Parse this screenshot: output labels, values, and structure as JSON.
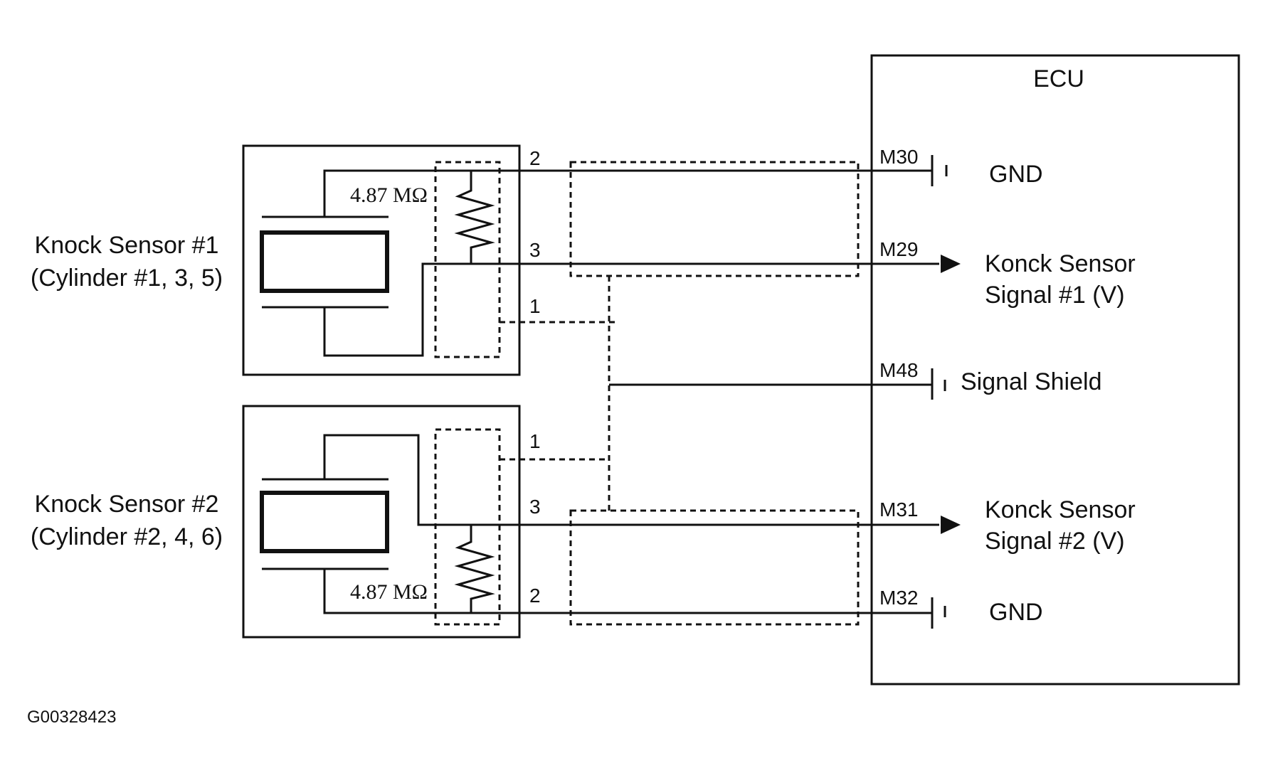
{
  "ecu": {
    "title": "ECU"
  },
  "sensor1": {
    "name": "Knock Sensor #1",
    "cylinders": "(Cylinder #1, 3, 5)",
    "resistance": "4.87 MΩ",
    "pins": {
      "a": "2",
      "b": "3",
      "c": "1"
    }
  },
  "sensor2": {
    "name": "Knock Sensor #2",
    "cylinders": "(Cylinder #2, 4, 6)",
    "resistance": "4.87 MΩ",
    "pins": {
      "a": "1",
      "b": "3",
      "c": "2"
    }
  },
  "terminals": [
    {
      "pin": "M30",
      "label": "GND"
    },
    {
      "pin": "M29",
      "label_line1": "Konck Sensor",
      "label_line2": "Signal #1 (V)"
    },
    {
      "pin": "M48",
      "label": "Signal Shield"
    },
    {
      "pin": "M31",
      "label_line1": "Konck Sensor",
      "label_line2": "Signal #2 (V)"
    },
    {
      "pin": "M32",
      "label": "GND"
    }
  ],
  "figure_code": "G00328423"
}
